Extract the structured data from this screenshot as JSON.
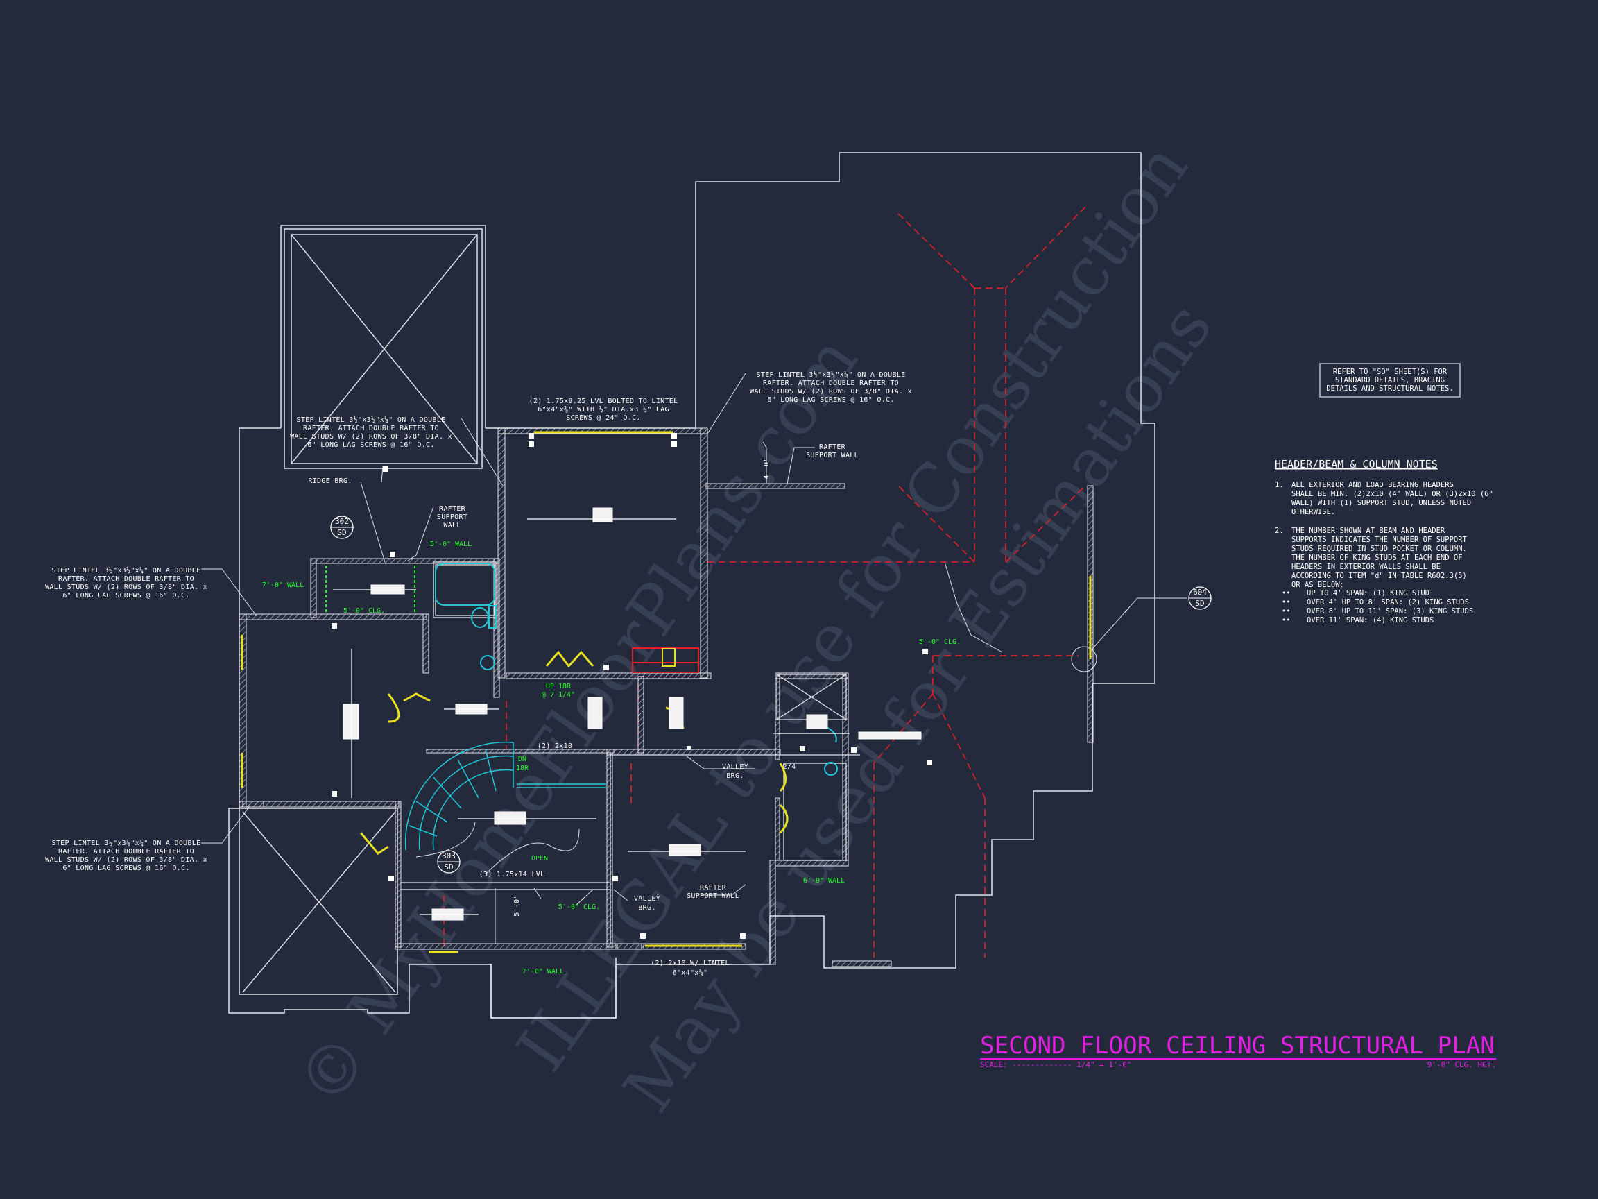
{
  "title": "SECOND FLOOR CEILING STRUCTURAL PLAN",
  "scale": "SCALE: ------------- 1/4\" = 1'-0\"",
  "ceiling_height": "9'-0\" CLG. HGT.",
  "watermarks": [
    "© MyHomeFloorPlans.com",
    "ILLEGAL to use for Construction",
    "May be used for Estimations"
  ],
  "refer_box": [
    "REFER TO \"SD\" SHEET(S) FOR",
    "STANDARD DETAILS, BRACING",
    "DETAILS AND STRUCTURAL NOTES."
  ],
  "header_notes": {
    "heading": "HEADER/BEAM & COLUMN NOTES",
    "n1": [
      "1.",
      "ALL EXTERIOR AND LOAD BEARING HEADERS",
      "SHALL BE MIN. (2)2x10 (4\" WALL) OR (3)2x10 (6\"",
      "WALL) WITH (1) SUPPORT STUD, UNLESS NOTED",
      "OTHERWISE."
    ],
    "n2": [
      "2.",
      "THE NUMBER SHOWN AT BEAM AND HEADER",
      "SUPPORTS INDICATES THE NUMBER OF SUPPORT",
      "STUDS REQUIRED IN STUD POCKET OR COLUMN.",
      "THE NUMBER OF KING STUDS AT EACH END OF",
      "HEADERS IN EXTERIOR WALLS SHALL BE",
      "ACCORDING TO ITEM \"d\" IN TABLE R602.3(5)",
      "OR AS BELOW:"
    ],
    "bullets": [
      "UP TO 4' SPAN: (1) KING STUD",
      "OVER 4' UP TO 8' SPAN: (2) KING STUDS",
      "OVER 8' UP TO 11' SPAN: (3) KING STUDS",
      "OVER 11' SPAN: (4) KING STUDS"
    ]
  },
  "callouts": {
    "step_lintel_top": [
      "STEP LINTEL 3½\"x3½\"x¼\" ON A DOUBLE",
      "RAFTER.  ATTACH DOUBLE RAFTER TO",
      "WALL STUDS W/ (2) ROWS OF 3/8\" DIA. x",
      "6\" LONG LAG SCREWS @ 16\" O.C."
    ],
    "step_lintel_left": [
      "STEP LINTEL 3½\"x3½\"x¼\" ON A DOUBLE",
      "RAFTER.  ATTACH DOUBLE RAFTER TO",
      "WALL STUDS W/ (2) ROWS OF 3/8\" DIA. x",
      "6\" LONG LAG SCREWS @ 16\" O.C."
    ],
    "step_lintel_lower": [
      "STEP LINTEL 3½\"x3½\"x¼\" ON A DOUBLE",
      "RAFTER.  ATTACH DOUBLE RAFTER TO",
      "WALL STUDS W/ (2) ROWS OF 3/8\" DIA. x",
      "6\" LONG LAG SCREWS @ 16\" O.C."
    ],
    "step_lintel_right": [
      "STEP LINTEL 3½\"x3½\"x¼\" ON A DOUBLE",
      "RAFTER.  ATTACH DOUBLE RAFTER TO",
      "WALL STUDS W/ (2) ROWS OF 3/8\" DIA. x",
      "6\" LONG LAG SCREWS @ 16\" O.C."
    ],
    "lvl_top": [
      "(2) 1.75x9.25 LVL BOLTED TO LINTEL",
      "6\"x4\"x⅜\" WITH ½\" DIA.x3 ½\" LAG",
      "SCREWS @ 24\" O.C."
    ],
    "ridge": "RIDGE BRG.",
    "rafter_support_1": [
      "RAFTER",
      "SUPPORT",
      "WALL"
    ],
    "rafter_support_2": [
      "RAFTER",
      "SUPPORT WALL"
    ],
    "rafter_support_3": [
      "RAFTER",
      "SUPPORT WALL"
    ],
    "dim_4": "4'-0\"",
    "dim_5": "5'-0\"",
    "valley_1": [
      "VALLEY",
      "BRG."
    ],
    "valley_2": [
      "VALLEY",
      "BRG."
    ],
    "beam_2x10": "(2) 2x10",
    "beam_lvl": "(3) 1.75x14 LVL",
    "beam_lintel": [
      "(2) 2x10 W/ LINTEL",
      "6\"x4\"x⅜\""
    ],
    "up": [
      "UP 18R",
      "@ 7 1/4\""
    ],
    "dn": [
      "DN",
      "18R"
    ],
    "open": "OPEN",
    "ratio": "2/4",
    "g_wall_5": "5'-0\" WALL",
    "g_wall_7": "7'-0\" WALL",
    "g_clg_5a": "5'-0\" CLG.",
    "g_clg_5b": "5'-0\" CLG.",
    "g_clg_5c": "5'-0\" CLG.",
    "g_wall_6": "6'-0\" WALL",
    "g_wall_7b": "7'-0\" WALL"
  },
  "detail_tags": [
    {
      "num": "302",
      "sheet": "SD"
    },
    {
      "num": "303",
      "sheet": "SD"
    },
    {
      "num": "604",
      "sheet": "SD"
    }
  ],
  "colors": {
    "background": "#232a3b",
    "line": "#dfe3ea",
    "title": "#e020e0",
    "green": "#22ff22",
    "red_dash": "#e0202a",
    "cyan": "#20c8d8",
    "yellow": "#e8e020"
  }
}
